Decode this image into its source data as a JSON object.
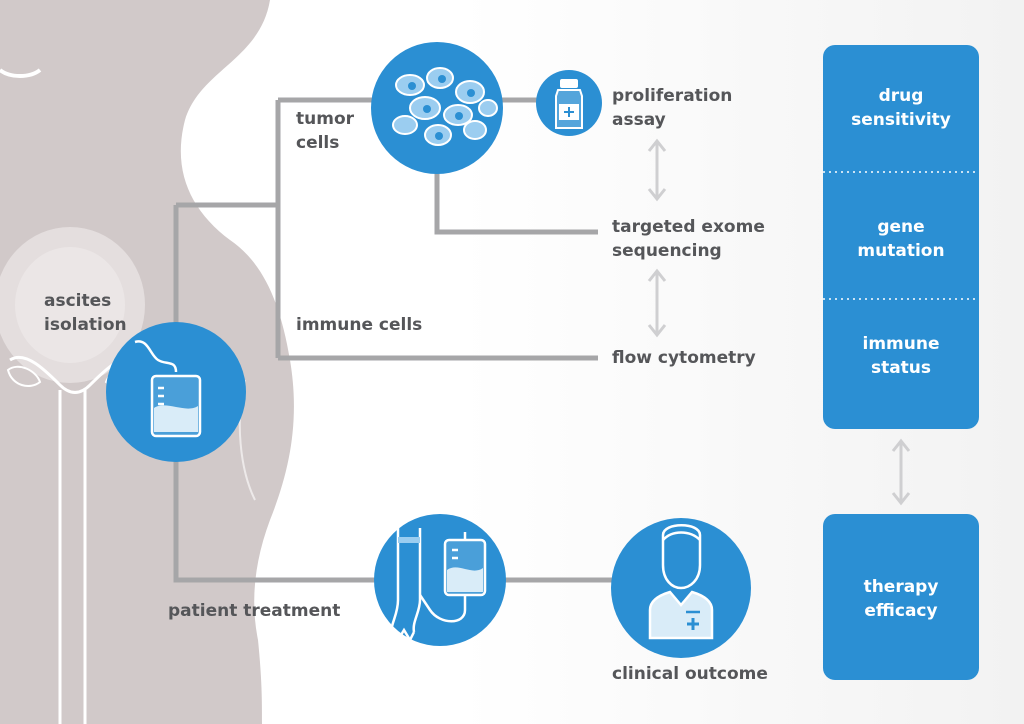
{
  "labels": {
    "ascites": "ascites\nisolation",
    "tumor": "tumor\ncells",
    "immune": "immune cells",
    "proliferation": "proliferation\nassay",
    "exome": "targeted exome\nsequencing",
    "flow": "flow cytometry",
    "treatment": "patient treatment",
    "outcome": "clinical outcome"
  },
  "boxes": {
    "drug": "drug\nsensitivity",
    "gene": "gene\nmutation",
    "immune_status": "immune\nstatus",
    "therapy": "therapy\nefficacy"
  },
  "colors": {
    "blue": "#2b8fd3",
    "line": "#a6a6a8",
    "silhouette": "#d1c9c9",
    "text": "#555659",
    "arrow": "#cfcfd1"
  },
  "icons": [
    "iv-bag-icon",
    "tumor-cells-icon",
    "vial-icon",
    "infusion-arm-icon",
    "doctor-icon"
  ]
}
